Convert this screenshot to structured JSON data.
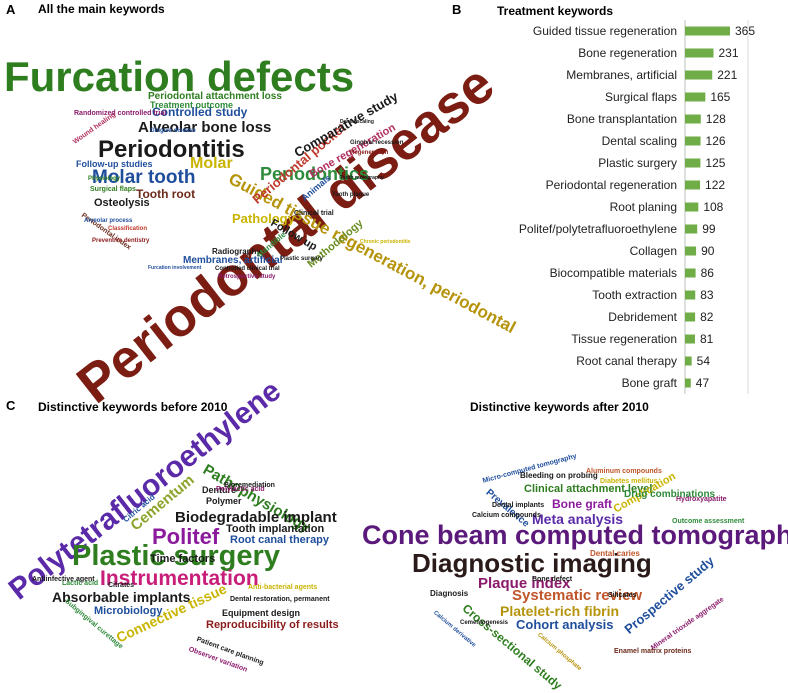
{
  "panels": {
    "a": {
      "letter": "A",
      "title": "All the main keywords"
    },
    "b": {
      "letter": "B",
      "title": "Treatment keywords"
    },
    "c": {
      "letter": "C",
      "title_before": "Distinctive keywords before 2010",
      "title_after": "Distinctive keywords after 2010"
    }
  },
  "chart_data": [
    {
      "type": "bar",
      "orientation": "horizontal",
      "title": "Treatment keywords",
      "categories": [
        "Guided tissue regeneration",
        "Bone regeneration",
        "Membranes, artificial",
        "Surgical flaps",
        "Bone transplantation",
        "Dental scaling",
        "Plastic surgery",
        "Periodontal regeneration",
        "Root planing",
        "Politef/polytetrafluoroethylene",
        "Collagen",
        "Biocompatible materials",
        "Tooth extraction",
        "Debridement",
        "Tissue regeneration",
        "Root canal therapy",
        "Bone graft"
      ],
      "values": [
        365,
        231,
        221,
        165,
        128,
        126,
        125,
        122,
        108,
        99,
        90,
        86,
        83,
        82,
        81,
        54,
        47
      ],
      "xlim": [
        0,
        400
      ],
      "bar_color": "#70ad47"
    }
  ],
  "clouds": {
    "main": [
      {
        "text": "Furcation defects",
        "color": "#2e7d1f"
      },
      {
        "text": "Periodontal disease",
        "color": "#7b1d12"
      },
      {
        "text": "Periodontitis",
        "color": "#1a1a1a"
      },
      {
        "text": "Guided tissue regeneration, periodontal",
        "color": "#b5930a"
      },
      {
        "text": "Molar tooth",
        "color": "#1f4e9c"
      },
      {
        "text": "Alveolar bone loss",
        "color": "#1a1a1a"
      },
      {
        "text": "Periodontics",
        "color": "#2e8b3a"
      },
      {
        "text": "Periodontal pocket",
        "color": "#c0392b"
      },
      {
        "text": "Molar",
        "color": "#c9b400"
      },
      {
        "text": "Comparative study",
        "color": "#1a1a1a"
      },
      {
        "text": "Bone regeneration",
        "color": "#b03060"
      },
      {
        "text": "Controlled study",
        "color": "#1f4e9c"
      },
      {
        "text": "Periodontal attachment loss",
        "color": "#2e7d1f"
      },
      {
        "text": "Treatment outcome",
        "color": "#2e8b3a"
      },
      {
        "text": "Tooth root",
        "color": "#6b2a1a"
      },
      {
        "text": "Pathology",
        "color": "#c9b400"
      },
      {
        "text": "Osteolysis",
        "color": "#1a1a1a"
      },
      {
        "text": "Follow-up studies",
        "color": "#1f4e9c"
      },
      {
        "text": "Animals",
        "color": "#1f4e9c"
      },
      {
        "text": "Methodology",
        "color": "#6b8e23"
      },
      {
        "text": "Follow up",
        "color": "#1a1a1a"
      },
      {
        "text": "Membranes, artificial",
        "color": "#1f4e9c"
      },
      {
        "text": "Radiography",
        "color": "#1a1a1a"
      },
      {
        "text": "Mandible",
        "color": "#2e8b3a"
      },
      {
        "text": "Clinical trial",
        "color": "#1a1a1a"
      },
      {
        "text": "Gingiva disease",
        "color": "#1f4e9c"
      },
      {
        "text": "Randomized controlled trial",
        "color": "#8b1a6b"
      },
      {
        "text": "Wound healing",
        "color": "#b03060"
      },
      {
        "text": "Surgical flaps",
        "color": "#2e7d1f"
      },
      {
        "text": "Periodontal index",
        "color": "#6b2a1a"
      },
      {
        "text": "Alveolar process",
        "color": "#1f4e9c"
      },
      {
        "text": "Preventive dentistry",
        "color": "#8b1a1a"
      },
      {
        "text": "Classification",
        "color": "#c0392b"
      },
      {
        "text": "Physiology",
        "color": "#2e7d1f"
      },
      {
        "text": "Regeneration",
        "color": "#8b1a1a"
      },
      {
        "text": "Gingival recession",
        "color": "#1a1a1a"
      },
      {
        "text": "Tooth plaque",
        "color": "#1a1a1a"
      },
      {
        "text": "Controlled clinical trial",
        "color": "#1a1a1a"
      },
      {
        "text": "Plastic surgery",
        "color": "#1a1a1a"
      },
      {
        "text": "Retrospective study",
        "color": "#8b1a6b"
      },
      {
        "text": "Furcation involvement",
        "color": "#1f4e9c"
      },
      {
        "text": "Chronic periodontitis",
        "color": "#c9b400"
      },
      {
        "text": "Dental scaling",
        "color": "#1a1a1a"
      },
      {
        "text": "Tooth radiography",
        "color": "#1a1a1a"
      }
    ],
    "before_2010": [
      {
        "text": "Polytetrafluoroethylene",
        "color": "#5b2aa8"
      },
      {
        "text": "Plastic surgery",
        "color": "#2e7d1f"
      },
      {
        "text": "Politef",
        "color": "#8b1a9c"
      },
      {
        "text": "Instrumentation",
        "color": "#c81e7a"
      },
      {
        "text": "Cementum",
        "color": "#8ba52a"
      },
      {
        "text": "Pathophysiology",
        "color": "#2e7d1f"
      },
      {
        "text": "Biodegradable implant",
        "color": "#1a1a1a"
      },
      {
        "text": "Absorbable implants",
        "color": "#1a1a1a"
      },
      {
        "text": "Connective tissue",
        "color": "#c9b400"
      },
      {
        "text": "Root canal therapy",
        "color": "#1f4e9c"
      },
      {
        "text": "Time factors",
        "color": "#1a1a1a"
      },
      {
        "text": "Tooth implantation",
        "color": "#1a1a1a"
      },
      {
        "text": "Reproducibility of results",
        "color": "#8b1a1a"
      },
      {
        "text": "Microbiology",
        "color": "#1f4e9c"
      },
      {
        "text": "Equipment design",
        "color": "#1a1a1a"
      },
      {
        "text": "Polymer",
        "color": "#1a1a1a"
      },
      {
        "text": "Denture",
        "color": "#1a1a1a"
      },
      {
        "text": "Polylactic acid",
        "color": "#8b1a6b"
      },
      {
        "text": "Bioremediation",
        "color": "#1a1a1a"
      },
      {
        "text": "Citric acid",
        "color": "#1f4e9c"
      },
      {
        "text": "Citrates",
        "color": "#1a1a1a"
      },
      {
        "text": "Lactic acid",
        "color": "#2e8b3a"
      },
      {
        "text": "Antiinfective agent",
        "color": "#1a1a1a"
      },
      {
        "text": "Anti-bacterial agents",
        "color": "#c9b400"
      },
      {
        "text": "Dental restoration, permanent",
        "color": "#1a1a1a"
      },
      {
        "text": "Patient care planning",
        "color": "#1a1a1a"
      },
      {
        "text": "Observer variation",
        "color": "#8b1a6b"
      },
      {
        "text": "Subgingival curettage",
        "color": "#2e8b3a"
      }
    ],
    "after_2010": [
      {
        "text": "Cone beam computed tomography",
        "color": "#5b1a7b"
      },
      {
        "text": "Diagnostic imaging",
        "color": "#2a1a1a"
      },
      {
        "text": "Plaque index",
        "color": "#8b1a6b"
      },
      {
        "text": "Systematic review",
        "color": "#c0562a"
      },
      {
        "text": "Platelet-rich fibrin",
        "color": "#b5930a"
      },
      {
        "text": "Meta analysis",
        "color": "#5b2aa8"
      },
      {
        "text": "Cohort analysis",
        "color": "#1f4e9c"
      },
      {
        "text": "Cross-sectional study",
        "color": "#2e7d1f"
      },
      {
        "text": "Prospective study",
        "color": "#1f4e9c"
      },
      {
        "text": "Bone graft",
        "color": "#8b1a9c"
      },
      {
        "text": "Clinical attachment level",
        "color": "#2e7d1f"
      },
      {
        "text": "Complication",
        "color": "#c9b400"
      },
      {
        "text": "Drug combinations",
        "color": "#2e8b3a"
      },
      {
        "text": "Prevalence",
        "color": "#1f4e9c"
      },
      {
        "text": "Dental caries",
        "color": "#c0562a"
      },
      {
        "text": "Bleeding on probing",
        "color": "#1a1a1a"
      },
      {
        "text": "Micro-computed tomography",
        "color": "#1f4e9c"
      },
      {
        "text": "Aluminum compounds",
        "color": "#c0562a"
      },
      {
        "text": "Diabetes mellitus",
        "color": "#c9b400"
      },
      {
        "text": "Hydroxyapatite",
        "color": "#8b1a6b"
      },
      {
        "text": "Outcome assessment",
        "color": "#2e8b3a"
      },
      {
        "text": "Calcium compounds",
        "color": "#1a1a1a"
      },
      {
        "text": "Dental implants",
        "color": "#1a1a1a"
      },
      {
        "text": "Bone defect",
        "color": "#1a1a1a"
      },
      {
        "text": "Diagnosis",
        "color": "#1a1a1a"
      },
      {
        "text": "Silicates",
        "color": "#1a1a1a"
      },
      {
        "text": "Mineral trioxide aggregate",
        "color": "#8b1a6b"
      },
      {
        "text": "Enamel matrix proteins",
        "color": "#6b2a1a"
      },
      {
        "text": "Calcium derivative",
        "color": "#1f4e9c"
      },
      {
        "text": "Cementogenesis",
        "color": "#1a1a1a"
      },
      {
        "text": "Calcium phosphate",
        "color": "#b5930a"
      }
    ]
  }
}
